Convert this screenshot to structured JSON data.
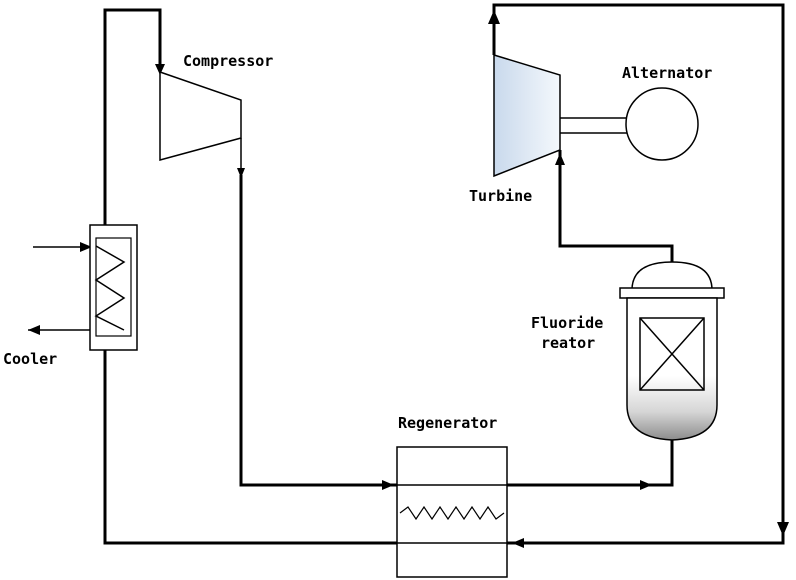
{
  "diagram": {
    "labels": {
      "compressor": "Compressor",
      "alternator": "Alternator",
      "turbine": "Turbine",
      "fluoride_line1": "Fluoride",
      "fluoride_line2": "reator",
      "cooler": "Cooler",
      "regenerator": "Regenerator"
    },
    "colors": {
      "line": "#000000",
      "turbine_fill": "#dfe8f3",
      "reactor_bottom": "#9a9a9a",
      "background": "#ffffff"
    }
  }
}
